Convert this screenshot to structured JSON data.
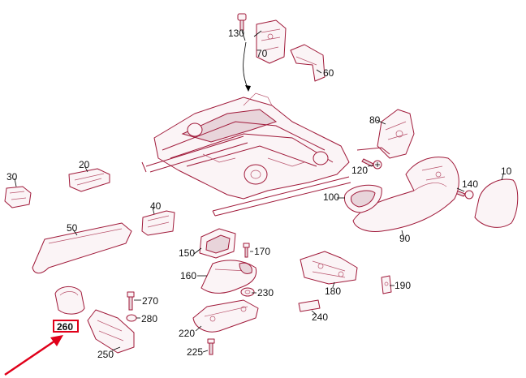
{
  "diagram": {
    "callouts": {
      "p130": "130",
      "p70": "70",
      "p60": "60",
      "p80": "80",
      "p120": "120",
      "p30": "30",
      "p20": "20",
      "p10": "10",
      "p140": "140",
      "p100": "100",
      "p40": "40",
      "p50": "50",
      "p90": "90",
      "p150": "150",
      "p170": "170",
      "p160": "160",
      "p230": "230",
      "p180": "180",
      "p190": "190",
      "p270": "270",
      "p280": "280",
      "p260": "260",
      "p240": "240",
      "p220": "220",
      "p250": "250",
      "p225": "225"
    },
    "highlighted_part": "260",
    "colors": {
      "line_art": "#a01a3a",
      "highlight": "#e0001a",
      "arrow": "#e0001a"
    }
  }
}
